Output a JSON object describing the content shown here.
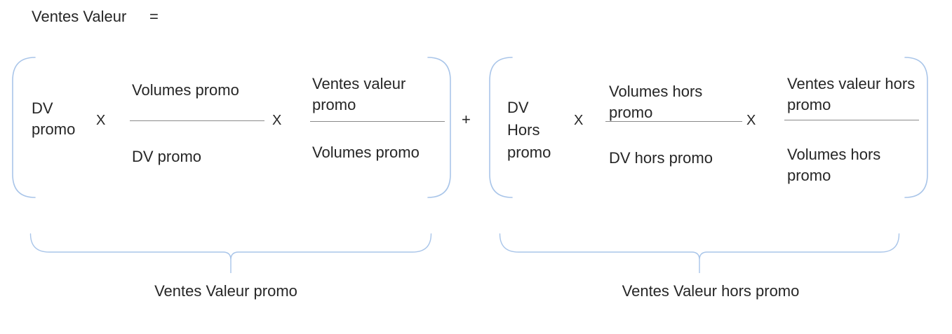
{
  "title": {
    "label": "Ventes Valeur",
    "equals_sign": "="
  },
  "operators": {
    "times": "X",
    "plus": "+"
  },
  "groups": {
    "promo": {
      "factor_lines": [
        "DV",
        "promo"
      ],
      "fraction_volume": {
        "numerator": [
          "Volumes promo"
        ],
        "denominator": [
          "DV promo"
        ]
      },
      "fraction_value": {
        "numerator": [
          "Ventes valeur",
          "promo"
        ],
        "denominator": [
          "Volumes promo"
        ]
      },
      "brace_label": "Ventes Valeur promo"
    },
    "hors_promo": {
      "factor_lines": [
        "DV",
        "Hors",
        "promo"
      ],
      "fraction_volume": {
        "numerator": [
          "Volumes hors",
          "promo"
        ],
        "denominator": [
          "DV hors promo"
        ]
      },
      "fraction_value": {
        "numerator": [
          "Ventes valeur hors",
          "promo"
        ],
        "denominator": [
          "Volumes hors",
          "promo"
        ]
      },
      "brace_label": "Ventes Valeur hors promo"
    }
  },
  "colors": {
    "text": "#262626",
    "bracket_blue": "#a9c5e9",
    "fraction_line": "#8a8a8a",
    "background": "#ffffff"
  }
}
